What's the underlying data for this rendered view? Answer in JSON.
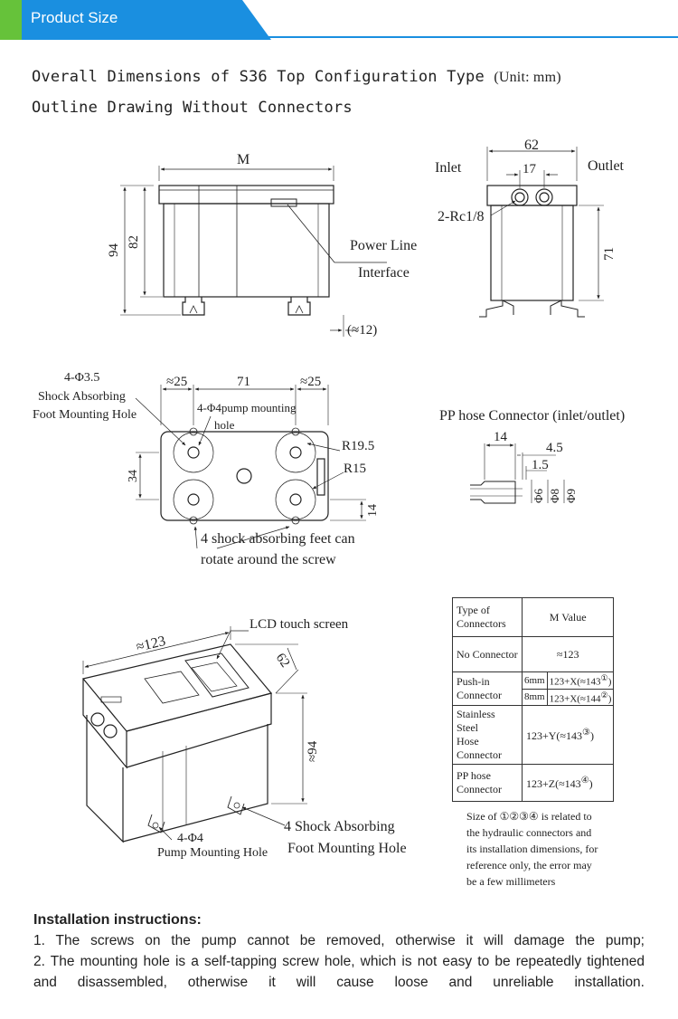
{
  "banner": {
    "title": "Product Size",
    "colors": {
      "blue": "#1a8fe0",
      "green": "#66c23a"
    }
  },
  "headings": {
    "line1": "Overall Dimensions of S36 Top Configuration Type",
    "unit": "(Unit: mm)",
    "line2": "Outline Drawing Without Connectors"
  },
  "front_view": {
    "width_label": "M",
    "height_total": "94",
    "height_body": "82",
    "callout_line1": "Power Line",
    "callout_line2": "Interface",
    "foot_offset": "(≈12)"
  },
  "side_view": {
    "width": "62",
    "port_spacing": "17",
    "inlet": "Inlet",
    "outlet": "Outlet",
    "ports": "2-Rc1/8",
    "height": "71"
  },
  "bottom_view": {
    "hole_spec": "4-Φ3.5",
    "hole_label_1": "Shock Absorbing",
    "hole_label_2": "Foot Mounting Hole",
    "left_offset": "≈25",
    "center_spacing": "71",
    "right_offset": "≈25",
    "pump_hole_1": "4-Φ4pump mounting",
    "pump_hole_2": "hole",
    "radius_outer": "R19.5",
    "radius_inner": "R15",
    "height": "34",
    "foot_depth": "14",
    "feet_note_1": "4 shock absorbing feet can",
    "feet_note_2": "rotate around the screw"
  },
  "hose_connector": {
    "title": "PP hose Connector (inlet/outlet)",
    "length": "14",
    "a": "4.5",
    "b": "1.5",
    "d1": "Φ6",
    "d2": "Φ8",
    "d3": "Φ9"
  },
  "iso_view": {
    "lcd_label": "LCD touch screen",
    "length": "≈123",
    "width": "62",
    "height": "≈94",
    "pump_hole_spec": "4-Φ4",
    "pump_hole_label": "Pump Mounting Hole",
    "feet_label_1": "4 Shock Absorbing",
    "feet_label_2": "Foot Mounting Hole"
  },
  "table": {
    "headers": {
      "type_1": "Type of",
      "type_2": "Connectors",
      "value": "M Value"
    },
    "rows": {
      "none": {
        "label": "No Connector",
        "value": "≈123"
      },
      "push": {
        "label_1": "Push-in",
        "label_2": "Connector",
        "size_1": "6mm",
        "value_1": "123+X(≈143",
        "mark_1": "①",
        "size_2": "8mm",
        "value_2": "123+X(≈144",
        "mark_2": "②"
      },
      "steel": {
        "label_1": "Stainless Steel",
        "label_2": "Hose Connector",
        "value": "123+Y(≈143",
        "mark": "③"
      },
      "pp": {
        "label_1": "PP hose",
        "label_2": "Connector",
        "value": "123+Z(≈143",
        "mark": "④"
      }
    },
    "close_paren": ")"
  },
  "note": "Size of ①②③④ is related to the hydraulic connectors and its installation dimensions, for reference only, the error may be a few millimeters",
  "install": {
    "title": "Installation instructions:",
    "items": [
      "1. The screws on the pump cannot be removed, otherwise it will damage the pump;",
      "2. The mounting hole is a self-tapping screw hole, which is not easy to be repeatedly tightened and disassembled, otherwise it will cause loose and unreliable installation."
    ]
  }
}
